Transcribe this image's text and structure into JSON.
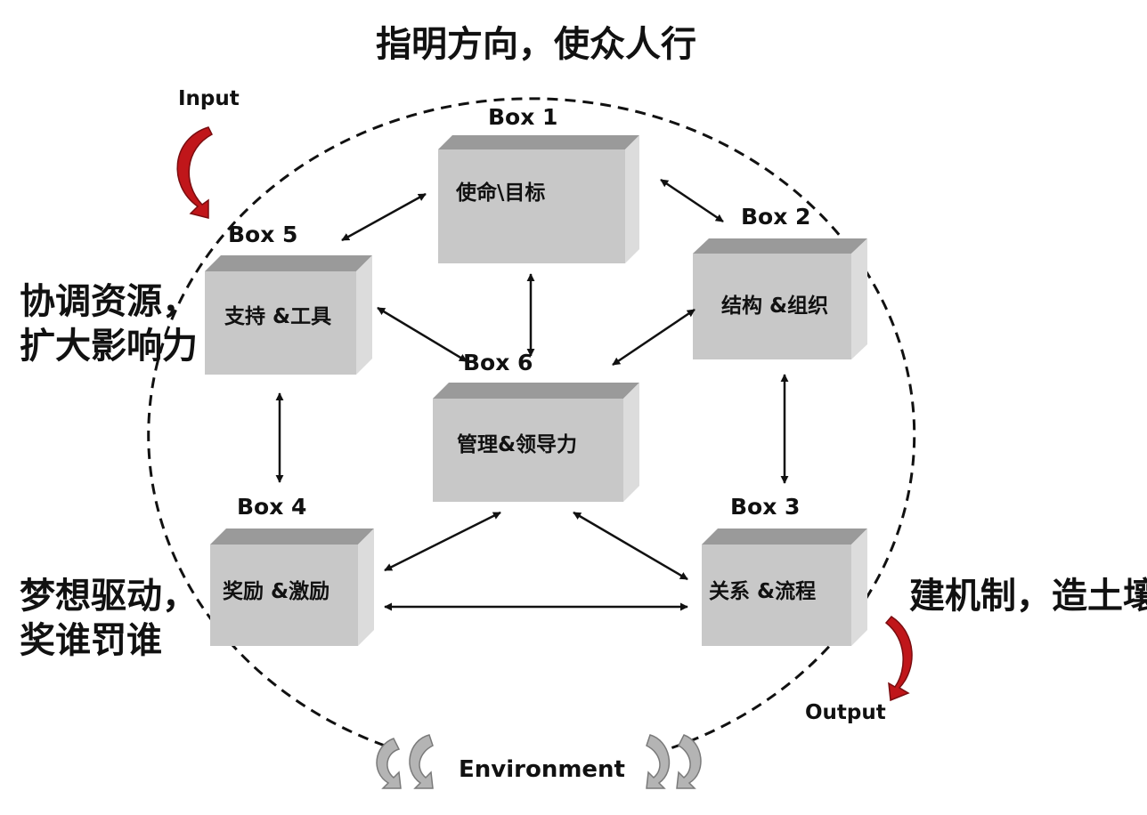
{
  "captions": {
    "top": "指明方向，使众人行",
    "left_upper_line1": "协调资源，",
    "left_upper_line2": "扩大影响力",
    "left_lower_line1": "梦想驱动，",
    "left_lower_line2": "奖谁罚谁",
    "right_lower": "建机制，造土壤"
  },
  "flow": {
    "input": "Input",
    "output": "Output",
    "environment": "Environment"
  },
  "boxes": {
    "box1": {
      "tag": "Box 1",
      "label": "使命\\目标"
    },
    "box2": {
      "tag": "Box 2",
      "label": "结构 &组织"
    },
    "box3": {
      "tag": "Box 3",
      "label": "关系 &流程"
    },
    "box4": {
      "tag": "Box 4",
      "label": "奖励 &激励"
    },
    "box5": {
      "tag": "Box 5",
      "label": "支持 &工具"
    },
    "box6": {
      "tag": "Box 6",
      "label": "管理&领导力"
    }
  },
  "colors": {
    "box_front": "#c8c8c8",
    "box_top": "#9a9a9a",
    "box_side": "#dcdcdc",
    "red_arrow": "#c0161a",
    "grey_arrow": "#a9a9a9",
    "line": "#111111"
  },
  "icons": {
    "input_arrow": "curved-red-arrow-icon",
    "output_arrow": "curved-red-arrow-icon",
    "environment_arrows": "recycle-arrows-icon"
  }
}
